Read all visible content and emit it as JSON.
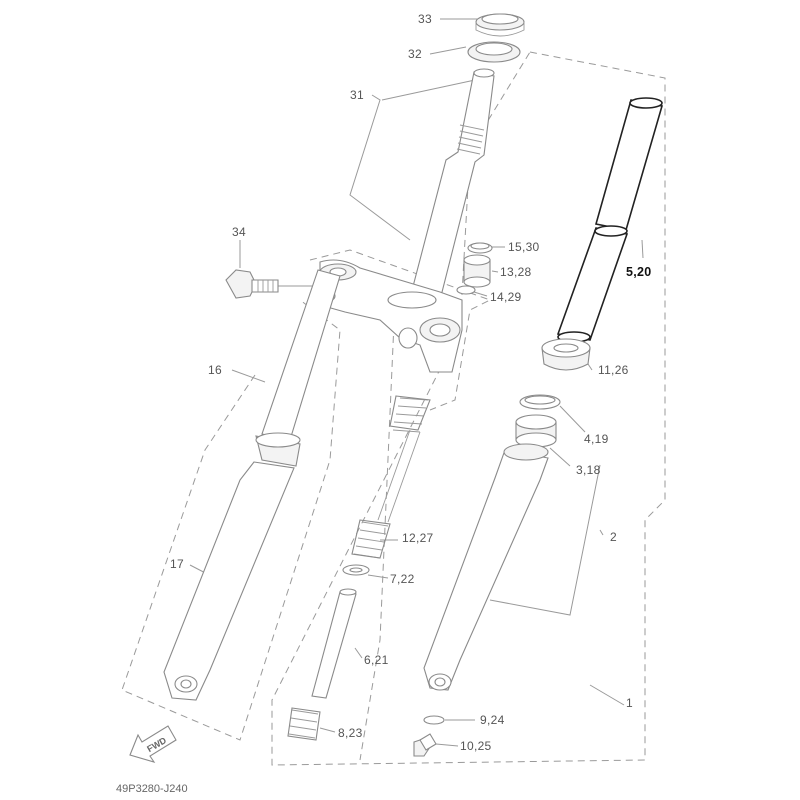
{
  "diagram": {
    "drawing_code": "49P3280-J240",
    "fwd_label": "FWD",
    "callouts": {
      "c33": "33",
      "c32": "32",
      "c31": "31",
      "c34": "34",
      "c16": "16",
      "c17": "17",
      "c15_30": "15,30",
      "c13_28": "13,28",
      "c14_29": "14,29",
      "c5_20": "5,20",
      "c11_26": "11,26",
      "c4_19": "4,19",
      "c3_18": "3,18",
      "c2": "2",
      "c1": "1",
      "c12_27": "12,27",
      "c7_22": "7,22",
      "c6_21": "6,21",
      "c9_24": "9,24",
      "c8_23": "8,23",
      "c10_25": "10,25"
    },
    "highlight_color": "#111111",
    "line_color": "#9a9a9a"
  }
}
